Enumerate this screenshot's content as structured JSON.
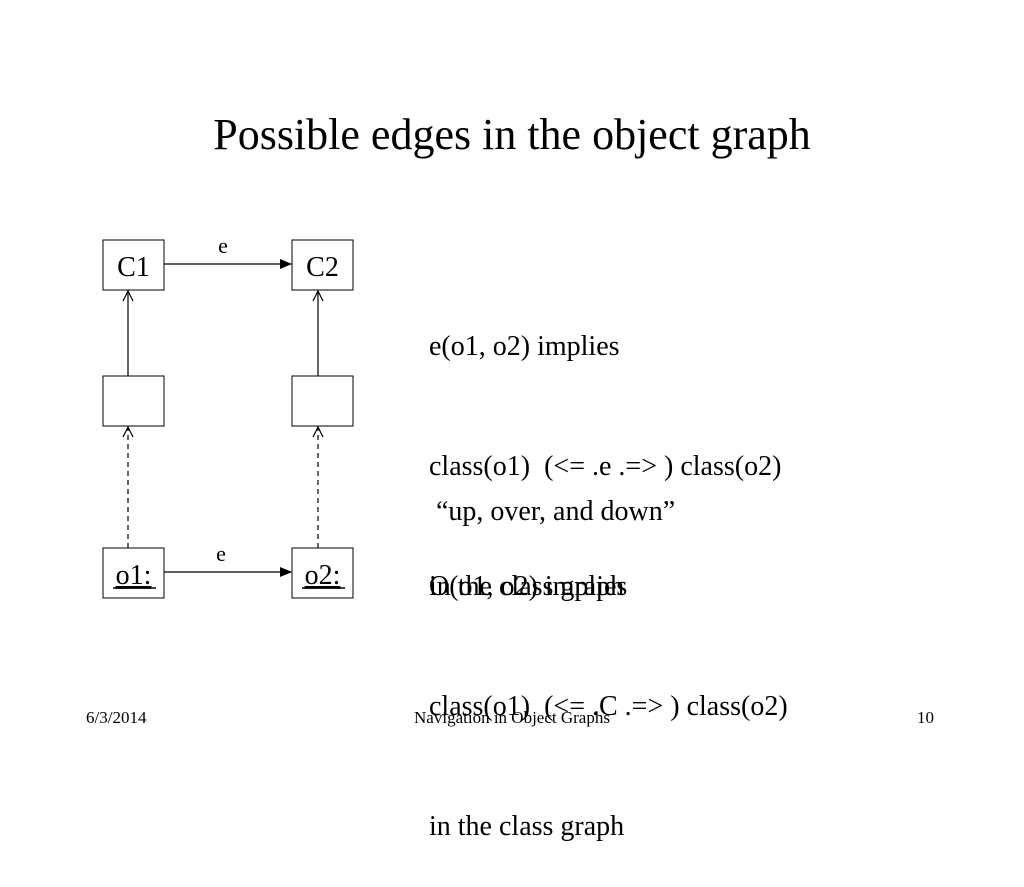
{
  "slide": {
    "title": "Possible edges in the object graph",
    "diagram": {
      "classes": [
        "C1",
        "C2"
      ],
      "class_edge_label": "e",
      "objects": [
        "o1:",
        "o2:"
      ],
      "object_edge_label": "e"
    },
    "text_blocks": [
      {
        "lines": [
          "e(o1, o2) implies",
          "class(o1)  (<= .e .=> ) class(o2)",
          "in the class graph"
        ]
      },
      {
        "lines": [
          " “up, over, and down”"
        ]
      },
      {
        "lines": [
          "O(o1, o2) implies",
          "class(o1)  (<= .C .=> ) class(o2)",
          "in the class graph"
        ]
      }
    ],
    "footer": {
      "date": "6/3/2014",
      "center": "Navigation in Object Graphs",
      "page": "10"
    }
  }
}
